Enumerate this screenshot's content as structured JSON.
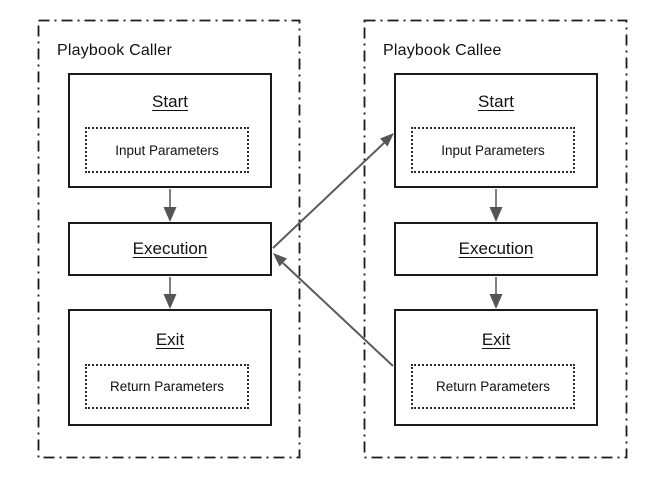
{
  "diagram": {
    "type": "flowchart",
    "colors": {
      "background": "#ffffff",
      "box_border": "#1a1a1a",
      "container_border": "#1a1a1a",
      "text": "#111111",
      "arrow_line": "#5b5b5b",
      "arrow_head": "#555555",
      "arrow_stem": "#808080",
      "dotted_border": "#2b2b2b"
    },
    "panels": [
      {
        "title": "Playbook Caller",
        "nodes": [
          {
            "label": "Start",
            "param": "Input Parameters"
          },
          {
            "label": "Execution"
          },
          {
            "label": "Exit",
            "param": "Return Parameters"
          }
        ]
      },
      {
        "title": "Playbook Callee",
        "nodes": [
          {
            "label": "Start",
            "param": "Input Parameters"
          },
          {
            "label": "Execution"
          },
          {
            "label": "Exit",
            "param": "Return Parameters"
          }
        ]
      }
    ]
  }
}
